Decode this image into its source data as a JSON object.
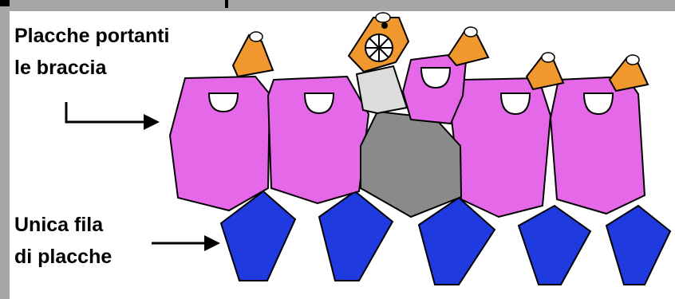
{
  "labels": {
    "top_line1": "Placche portanti",
    "top_line2": "le braccia",
    "bottom_line1": "Unica fila",
    "bottom_line2": "di placche"
  },
  "colors": {
    "frame": "#a6a6a6",
    "arm_plate": "#e468e8",
    "single_row_plate": "#1f3be0",
    "central_plate": "#8a8a8a",
    "arm": "#f0982e",
    "arm_base": "#dcdcdc",
    "outline": "#000000",
    "background": "#ffffff"
  }
}
